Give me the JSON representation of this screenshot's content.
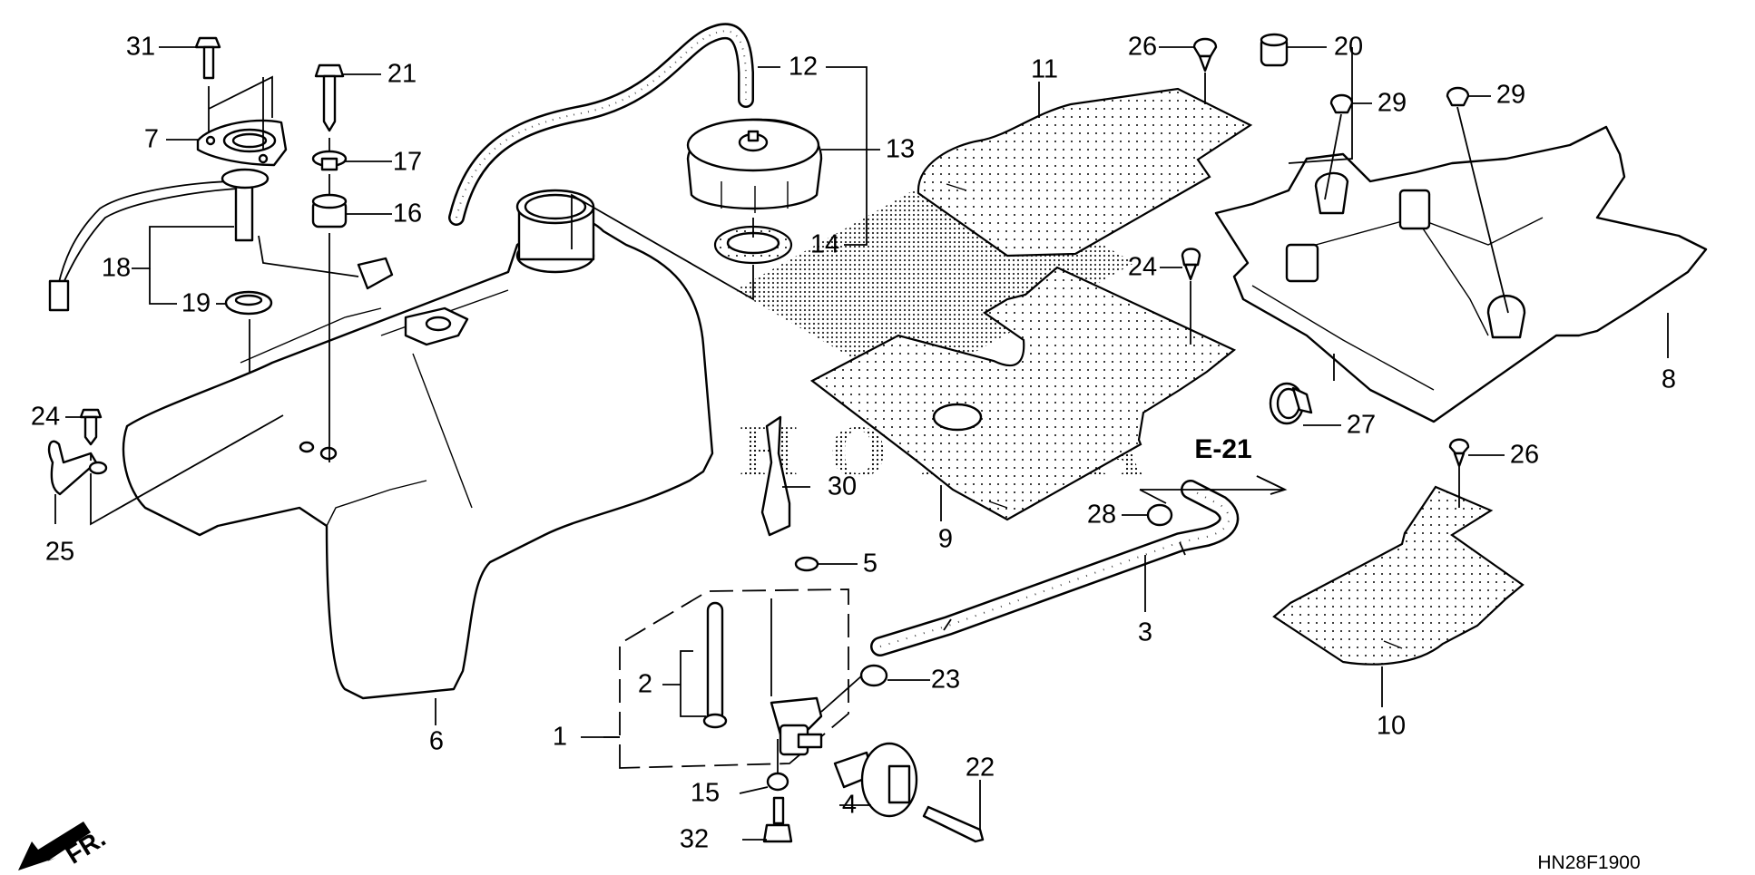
{
  "diagram": {
    "title": "Fuel Tank Parts Diagram",
    "watermark": "HONDA",
    "figure_code": "HN28F1900",
    "direction_indicator": "FR.",
    "cross_reference": "E-21",
    "callouts": [
      {
        "id": "c31",
        "label": "31"
      },
      {
        "id": "c7",
        "label": "7"
      },
      {
        "id": "c21",
        "label": "21"
      },
      {
        "id": "c17",
        "label": "17"
      },
      {
        "id": "c16",
        "label": "16"
      },
      {
        "id": "c18",
        "label": "18"
      },
      {
        "id": "c19",
        "label": "19"
      },
      {
        "id": "c12",
        "label": "12"
      },
      {
        "id": "c13",
        "label": "13"
      },
      {
        "id": "c14",
        "label": "14"
      },
      {
        "id": "c11",
        "label": "11"
      },
      {
        "id": "c26a",
        "label": "26"
      },
      {
        "id": "c20",
        "label": "20"
      },
      {
        "id": "c29a",
        "label": "29"
      },
      {
        "id": "c29b",
        "label": "29"
      },
      {
        "id": "c24b",
        "label": "24"
      },
      {
        "id": "c8",
        "label": "8"
      },
      {
        "id": "c27",
        "label": "27"
      },
      {
        "id": "c26b",
        "label": "26"
      },
      {
        "id": "c10",
        "label": "10"
      },
      {
        "id": "c24a",
        "label": "24"
      },
      {
        "id": "c25",
        "label": "25"
      },
      {
        "id": "c6",
        "label": "6"
      },
      {
        "id": "c30",
        "label": "30"
      },
      {
        "id": "c9",
        "label": "9"
      },
      {
        "id": "c5",
        "label": "5"
      },
      {
        "id": "c28",
        "label": "28"
      },
      {
        "id": "c3",
        "label": "3"
      },
      {
        "id": "c2",
        "label": "2"
      },
      {
        "id": "c1",
        "label": "1"
      },
      {
        "id": "c23",
        "label": "23"
      },
      {
        "id": "c15",
        "label": "15"
      },
      {
        "id": "c32",
        "label": "32"
      },
      {
        "id": "c4",
        "label": "4"
      },
      {
        "id": "c22",
        "label": "22"
      }
    ]
  }
}
